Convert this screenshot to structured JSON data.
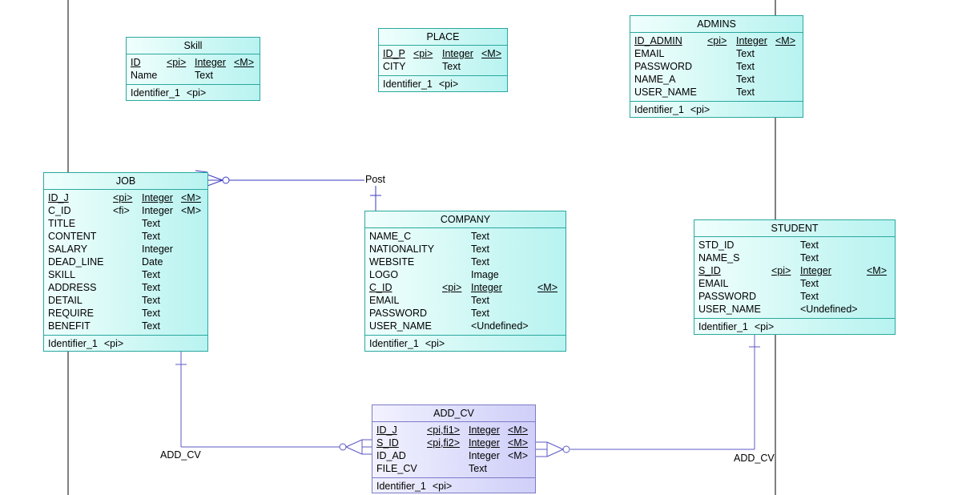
{
  "colors": {
    "entity_border": "#2aa89e",
    "entity_fill": "#b8f3f1",
    "cv_border": "#7d7bc7",
    "cv_fill": "#cfcff9",
    "link": "#5b58c4",
    "post_link": "#3a3ac0"
  },
  "entities": {
    "skill": {
      "title": "Skill",
      "attrs": [
        {
          "name": "ID",
          "key": "<pi>",
          "type": "Integer",
          "mand": "<M>"
        },
        {
          "name": "Name",
          "key": "",
          "type": "Text",
          "mand": ""
        }
      ],
      "identifier": {
        "name": "Identifier_1",
        "key": "<pi>"
      }
    },
    "place": {
      "title": "PLACE",
      "attrs": [
        {
          "name": "ID_P",
          "key": "<pi>",
          "type": "Integer",
          "mand": "<M>"
        },
        {
          "name": "CITY",
          "key": "",
          "type": "Text",
          "mand": ""
        }
      ],
      "identifier": {
        "name": "Identifier_1",
        "key": "<pi>"
      }
    },
    "admins": {
      "title": "ADMINS",
      "attrs": [
        {
          "name": "ID_ADMIN",
          "key": "<pi>",
          "type": "Integer",
          "mand": "<M>"
        },
        {
          "name": "EMAIL",
          "key": "",
          "type": "Text",
          "mand": ""
        },
        {
          "name": "PASSWORD",
          "key": "",
          "type": "Text",
          "mand": ""
        },
        {
          "name": "NAME_A",
          "key": "",
          "type": "Text",
          "mand": ""
        },
        {
          "name": "USER_NAME",
          "key": "",
          "type": "Text",
          "mand": ""
        }
      ],
      "identifier": {
        "name": "Identifier_1",
        "key": "<pi>"
      }
    },
    "job": {
      "title": "JOB",
      "attrs": [
        {
          "name": "ID_J",
          "key": "<pi>",
          "type": "Integer",
          "mand": "<M>"
        },
        {
          "name": "C_ID",
          "key": "<fi>",
          "type": "Integer",
          "mand": "<M>"
        },
        {
          "name": "TITLE",
          "key": "",
          "type": "Text",
          "mand": ""
        },
        {
          "name": "CONTENT",
          "key": "",
          "type": "Text",
          "mand": ""
        },
        {
          "name": "SALARY",
          "key": "",
          "type": "Integer",
          "mand": ""
        },
        {
          "name": "DEAD_LINE",
          "key": "",
          "type": "Date",
          "mand": ""
        },
        {
          "name": "SKILL",
          "key": "",
          "type": "Text",
          "mand": ""
        },
        {
          "name": "ADDRESS",
          "key": "",
          "type": "Text",
          "mand": ""
        },
        {
          "name": "DETAIL",
          "key": "",
          "type": "Text",
          "mand": ""
        },
        {
          "name": "REQUIRE",
          "key": "",
          "type": "Text",
          "mand": ""
        },
        {
          "name": "BENEFIT",
          "key": "",
          "type": "Text",
          "mand": ""
        }
      ],
      "identifier": {
        "name": "Identifier_1",
        "key": "<pi>"
      }
    },
    "company": {
      "title": "COMPANY",
      "attrs": [
        {
          "name": "NAME_C",
          "key": "",
          "type": "Text",
          "mand": ""
        },
        {
          "name": "NATIONALITY",
          "key": "",
          "type": "Text",
          "mand": ""
        },
        {
          "name": "WEBSITE",
          "key": "",
          "type": "Text",
          "mand": ""
        },
        {
          "name": "LOGO",
          "key": "",
          "type": "Image",
          "mand": ""
        },
        {
          "name": "C_ID",
          "key": "<pi>",
          "type": "Integer",
          "mand": "<M>"
        },
        {
          "name": "EMAIL",
          "key": "",
          "type": "Text",
          "mand": ""
        },
        {
          "name": "PASSWORD",
          "key": "",
          "type": "Text",
          "mand": ""
        },
        {
          "name": "USER_NAME",
          "key": "",
          "type": "<Undefined>",
          "mand": ""
        }
      ],
      "identifier": {
        "name": "Identifier_1",
        "key": "<pi>"
      }
    },
    "student": {
      "title": "STUDENT",
      "attrs": [
        {
          "name": "STD_ID",
          "key": "",
          "type": "Text",
          "mand": ""
        },
        {
          "name": "NAME_S",
          "key": "",
          "type": "Text",
          "mand": ""
        },
        {
          "name": "S_ID",
          "key": "<pi>",
          "type": "Integer",
          "mand": "<M>"
        },
        {
          "name": "EMAIL",
          "key": "",
          "type": "Text",
          "mand": ""
        },
        {
          "name": "PASSWORD",
          "key": "",
          "type": "Text",
          "mand": ""
        },
        {
          "name": "USER_NAME",
          "key": "",
          "type": "<Undefined>",
          "mand": ""
        }
      ],
      "identifier": {
        "name": "Identifier_1",
        "key": "<pi>"
      }
    },
    "add_cv": {
      "title": "ADD_CV",
      "attrs": [
        {
          "name": "ID_J",
          "key": "<pi,fi1>",
          "type": "Integer",
          "mand": "<M>"
        },
        {
          "name": "S_ID",
          "key": "<pi,fi2>",
          "type": "Integer",
          "mand": "<M>"
        },
        {
          "name": "ID_AD",
          "key": "",
          "type": "Integer",
          "mand": "<M>"
        },
        {
          "name": "FILE_CV",
          "key": "",
          "type": "Text",
          "mand": ""
        }
      ],
      "identifier": {
        "name": "Identifier_1",
        "key": "<pi>"
      }
    }
  },
  "relationships": {
    "post": "Post",
    "add_cv_left": "ADD_CV",
    "add_cv_right": "ADD_CV"
  }
}
